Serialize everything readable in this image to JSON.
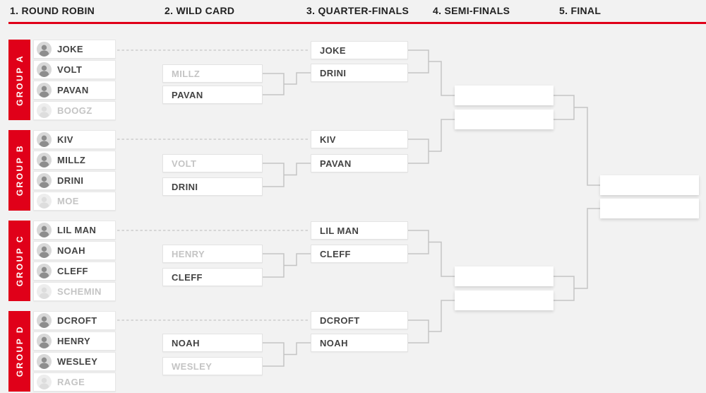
{
  "colors": {
    "accent_red": "#e00019",
    "background": "#f2f2f2",
    "connector": "#c4c4c4",
    "text_dark": "#222222",
    "name_active": "#434343",
    "name_eliminated": "#c4c4c4"
  },
  "header": {
    "stages": [
      "1. ROUND ROBIN",
      "2. WILD CARD",
      "3. QUARTER-FINALS",
      "4. SEMI-FINALS",
      "5. FINAL"
    ]
  },
  "groups": [
    {
      "label": "GROUP A",
      "players": [
        {
          "name": "JOKE",
          "eliminated": false
        },
        {
          "name": "VOLT",
          "eliminated": false
        },
        {
          "name": "PAVAN",
          "eliminated": false
        },
        {
          "name": "BOOGZ",
          "eliminated": true
        }
      ]
    },
    {
      "label": "GROUP B",
      "players": [
        {
          "name": "KIV",
          "eliminated": false
        },
        {
          "name": "MILLZ",
          "eliminated": false
        },
        {
          "name": "DRINI",
          "eliminated": false
        },
        {
          "name": "MOE",
          "eliminated": true
        }
      ]
    },
    {
      "label": "GROUP C",
      "players": [
        {
          "name": "LIL MAN",
          "eliminated": false
        },
        {
          "name": "NOAH",
          "eliminated": false
        },
        {
          "name": "CLEFF",
          "eliminated": false
        },
        {
          "name": "SCHEMIN",
          "eliminated": true
        }
      ]
    },
    {
      "label": "GROUP D",
      "players": [
        {
          "name": "DCROFT",
          "eliminated": false
        },
        {
          "name": "HENRY",
          "eliminated": false
        },
        {
          "name": "WESLEY",
          "eliminated": false
        },
        {
          "name": "RAGE",
          "eliminated": true
        }
      ]
    }
  ],
  "wildcard": [
    {
      "top": {
        "name": "MILLZ",
        "eliminated": true
      },
      "bottom": {
        "name": "PAVAN",
        "eliminated": false
      }
    },
    {
      "top": {
        "name": "VOLT",
        "eliminated": true
      },
      "bottom": {
        "name": "DRINI",
        "eliminated": false
      }
    },
    {
      "top": {
        "name": "HENRY",
        "eliminated": true
      },
      "bottom": {
        "name": "CLEFF",
        "eliminated": false
      }
    },
    {
      "top": {
        "name": "NOAH",
        "eliminated": false
      },
      "bottom": {
        "name": "WESLEY",
        "eliminated": true
      }
    }
  ],
  "quarterfinals": [
    {
      "top": "JOKE",
      "bottom": "DRINI"
    },
    {
      "top": "KIV",
      "bottom": "PAVAN"
    },
    {
      "top": "LIL MAN",
      "bottom": "CLEFF"
    },
    {
      "top": "DCROFT",
      "bottom": "NOAH"
    }
  ],
  "semifinals": [
    {
      "top": "",
      "bottom": ""
    },
    {
      "top": "",
      "bottom": ""
    }
  ],
  "final": {
    "top": "",
    "bottom": ""
  }
}
